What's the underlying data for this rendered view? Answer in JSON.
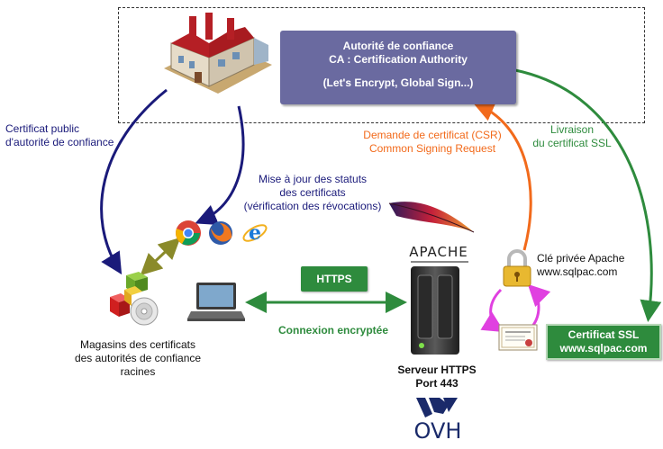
{
  "ca": {
    "line1": "Autorité de confiance",
    "line2": "CA : Certification Authority",
    "line3": "(Let's Encrypt, Global Sign...)"
  },
  "labels": {
    "public_cert_1": "Certificat public",
    "public_cert_2": "d'autorité de confiance",
    "csr_1": "Demande de certificat (CSR)",
    "csr_2": "Common Signing Request",
    "delivery_1": "Livraison",
    "delivery_2": "du certificat SSL",
    "status_1": "Mise à jour des statuts",
    "status_2": "des certificats",
    "status_3": "(vérification des révocations)",
    "private_key_1": "Clé privée Apache",
    "private_key_2": "www.sqlpac.com",
    "https": "HTTPS",
    "encrypted": "Connexion encryptée",
    "stores_1": "Magasins des certificats",
    "stores_2": "des autorités de confiance",
    "stores_3": "racines",
    "server_1": "Serveur HTTPS",
    "server_2": "Port 443",
    "ssl_1": "Certificat SSL",
    "ssl_2": "www.sqlpac.com",
    "apache": "APACHE",
    "ovh": "OVH"
  },
  "colors": {
    "ca_bg": "#6a6aa0",
    "navy": "#1a1a7a",
    "orange": "#f26a1b",
    "green": "#2e8b3d",
    "olive": "#8a8a2a",
    "magenta": "#e040e0"
  }
}
